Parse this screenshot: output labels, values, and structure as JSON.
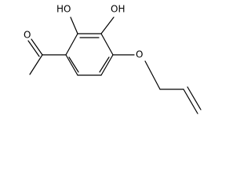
{
  "molecule": {
    "atoms": {
      "oh_left": "HO",
      "oh_right": "OH",
      "ketone_oxygen": "O",
      "ether_oxygen": "O"
    }
  },
  "colors": {
    "bond": "#000000",
    "background": "#ffffff"
  }
}
